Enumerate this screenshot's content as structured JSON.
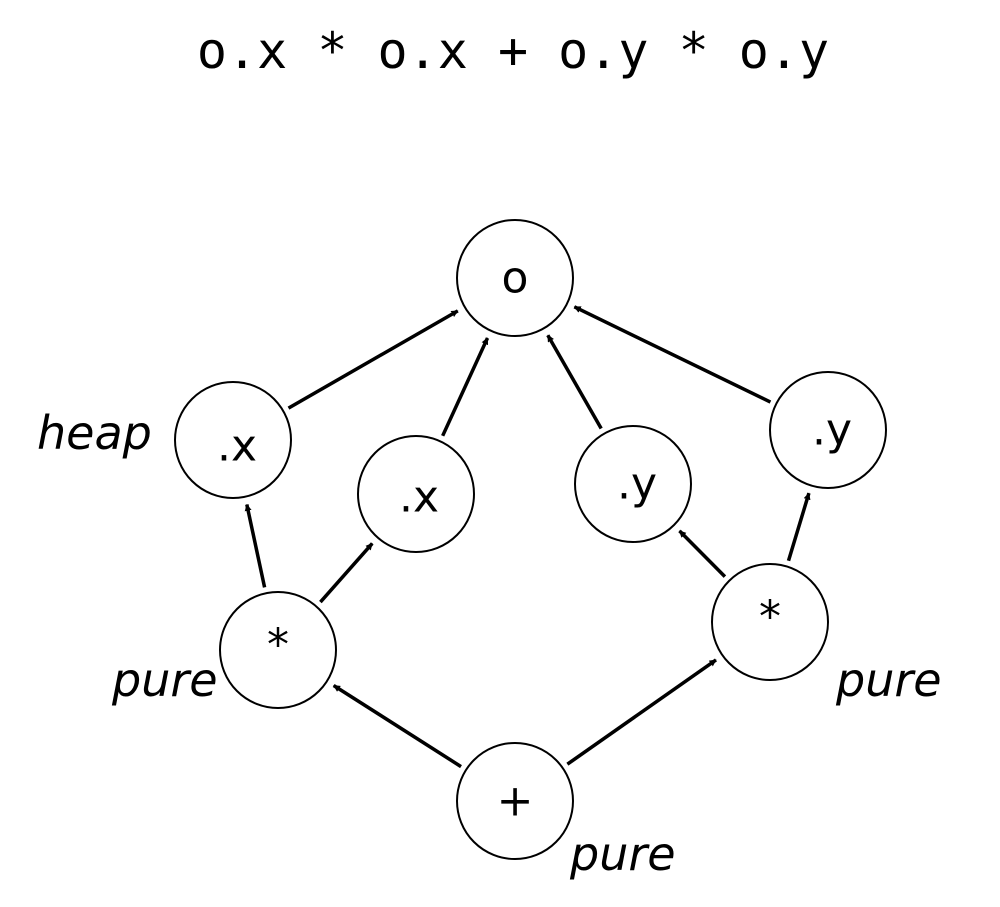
{
  "expression": "o.x * o.x + o.y * o.y",
  "nodes": {
    "o": {
      "label": "o"
    },
    "x1": {
      "label": ".x"
    },
    "x2": {
      "label": ".x"
    },
    "y1": {
      "label": ".y"
    },
    "y2": {
      "label": ".y"
    },
    "mul_left": {
      "label": "*"
    },
    "mul_right": {
      "label": "*"
    },
    "plus": {
      "label": "+"
    }
  },
  "edges": [
    {
      "from": "x1",
      "to": "o"
    },
    {
      "from": "x2",
      "to": "o"
    },
    {
      "from": "y1",
      "to": "o"
    },
    {
      "from": "y2",
      "to": "o"
    },
    {
      "from": "mul_left",
      "to": "x1"
    },
    {
      "from": "mul_left",
      "to": "x2"
    },
    {
      "from": "mul_right",
      "to": "y1"
    },
    {
      "from": "mul_right",
      "to": "y2"
    },
    {
      "from": "plus",
      "to": "mul_left"
    },
    {
      "from": "plus",
      "to": "mul_right"
    }
  ],
  "annotations": {
    "x1": "heap",
    "mul_left": "pure",
    "mul_right": "pure",
    "plus": "pure"
  }
}
